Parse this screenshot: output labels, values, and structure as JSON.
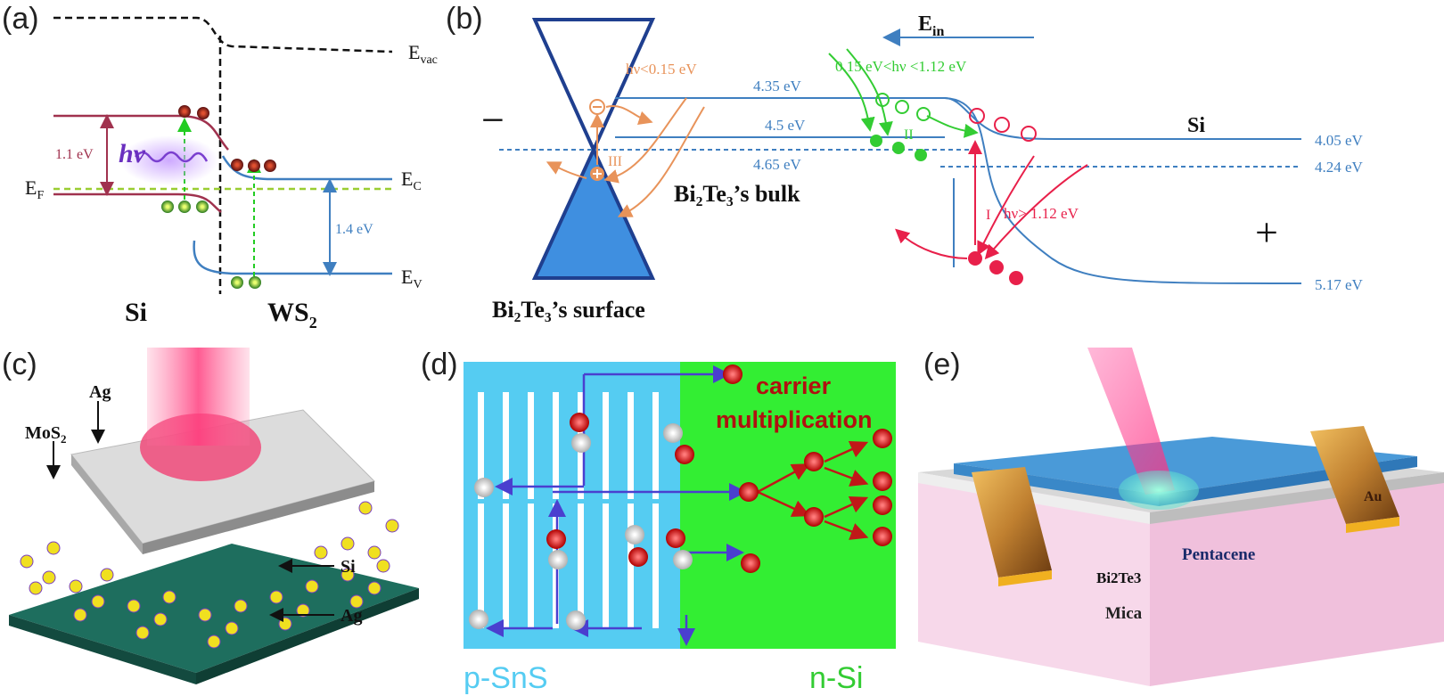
{
  "panels": {
    "a": {
      "label": "(a)",
      "e_vac": "E",
      "e_vac_sub": "vac",
      "e_c": "E",
      "e_c_sub": "C",
      "e_f": "E",
      "e_f_sub": "F",
      "e_v": "E",
      "e_v_sub": "V",
      "gap_si": "1.1 eV",
      "gap_ws2": "1.4 eV",
      "photon": "hν",
      "left_material": "Si",
      "right_material": "WS",
      "right_material_sub": "2"
    },
    "b": {
      "label": "(b)",
      "e_in": "E",
      "e_in_sub": "in",
      "minus": "−",
      "plus": "+",
      "lvl_435": "4.35 eV",
      "lvl_45": "4.5 eV",
      "lvl_465": "4.65 eV",
      "lvl_405": "4.05 eV",
      "lvl_424": "4.24 eV",
      "lvl_517": "5.17 eV",
      "range_low": "hν<0.15 eV",
      "range_mid": "0.15 eV<hν <1.12 eV",
      "range_high": "hν> 1.12 eV",
      "roman_1": "I",
      "roman_2": "II",
      "roman_3": "III",
      "si": "Si",
      "bulk": "Bi₂Te₃’s bulk",
      "surface": "Bi₂Te₃’s surface"
    },
    "c": {
      "label": "(c)",
      "ag_top": "Ag",
      "mos2": "MoS",
      "mos2_sub": "2",
      "si": "Si",
      "ag_bottom": "Ag"
    },
    "d": {
      "label": "(d)",
      "carrier_line1": "carrier",
      "carrier_line2": "multiplication",
      "left_material": "p-SnS",
      "right_material": "n-Si"
    },
    "e": {
      "label": "(e)",
      "au": "Au",
      "pentacene": "Pentacene",
      "bi2te3": "Bi2Te3",
      "mica": "Mica"
    }
  },
  "colors": {
    "band_red": "#a0324e",
    "band_blue": "#3f7fc0",
    "fermi_green": "#9acd32",
    "orange": "#e8935a",
    "green": "#33cc33",
    "magenta": "#e8204a",
    "cone_blue": "#2f6fbf",
    "sns_blue": "#55ccf2",
    "si_green": "#33ee33"
  }
}
